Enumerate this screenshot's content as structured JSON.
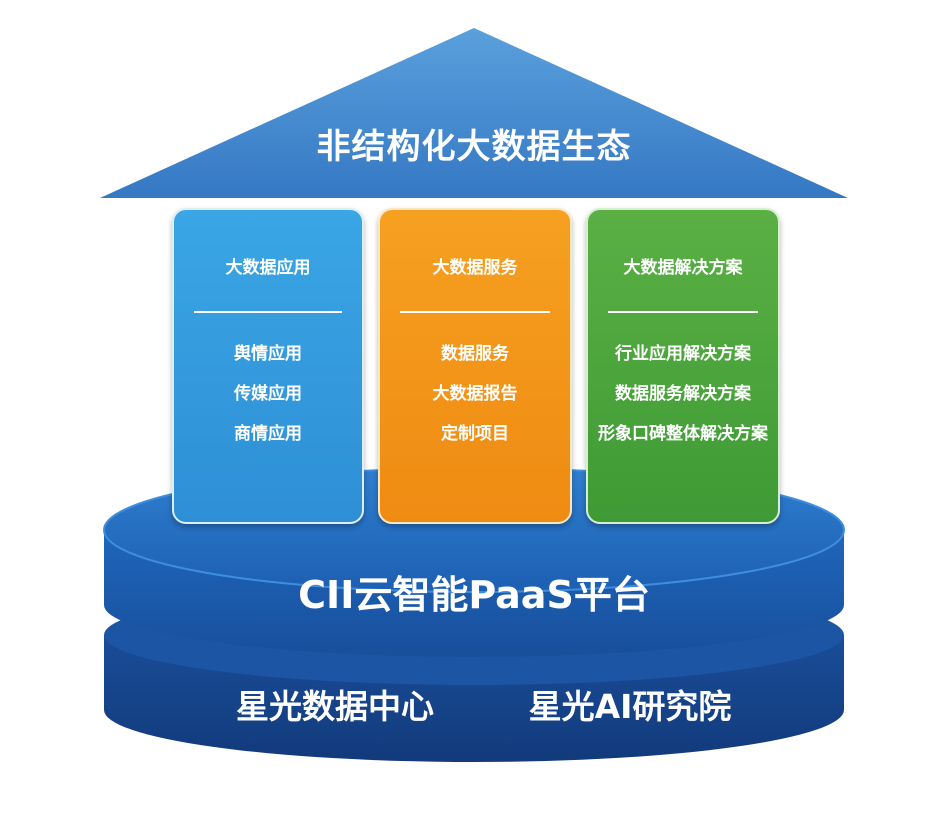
{
  "roof": {
    "title": "非结构化大数据生态"
  },
  "pillars": [
    {
      "title": "大数据应用",
      "items": [
        "舆情应用",
        "传媒应用",
        "商情应用"
      ],
      "color": "#2e8fd6"
    },
    {
      "title": "大数据服务",
      "items": [
        "数据服务",
        "大数据报告",
        "定制项目"
      ],
      "color": "#ef8b12"
    },
    {
      "title": "大数据解决方案",
      "items": [
        "行业应用解决方案",
        "数据服务解决方案",
        "形象口碑整体解决方案"
      ],
      "color": "#3f9a35"
    }
  ],
  "platform": {
    "label": "CII云智能PaaS平台",
    "color": "#1e63b5"
  },
  "foundation": {
    "left_label": "星光数据中心",
    "right_label": "星光AI研究院",
    "color": "#14408a"
  },
  "colors": {
    "roof": "#3d86cc"
  }
}
